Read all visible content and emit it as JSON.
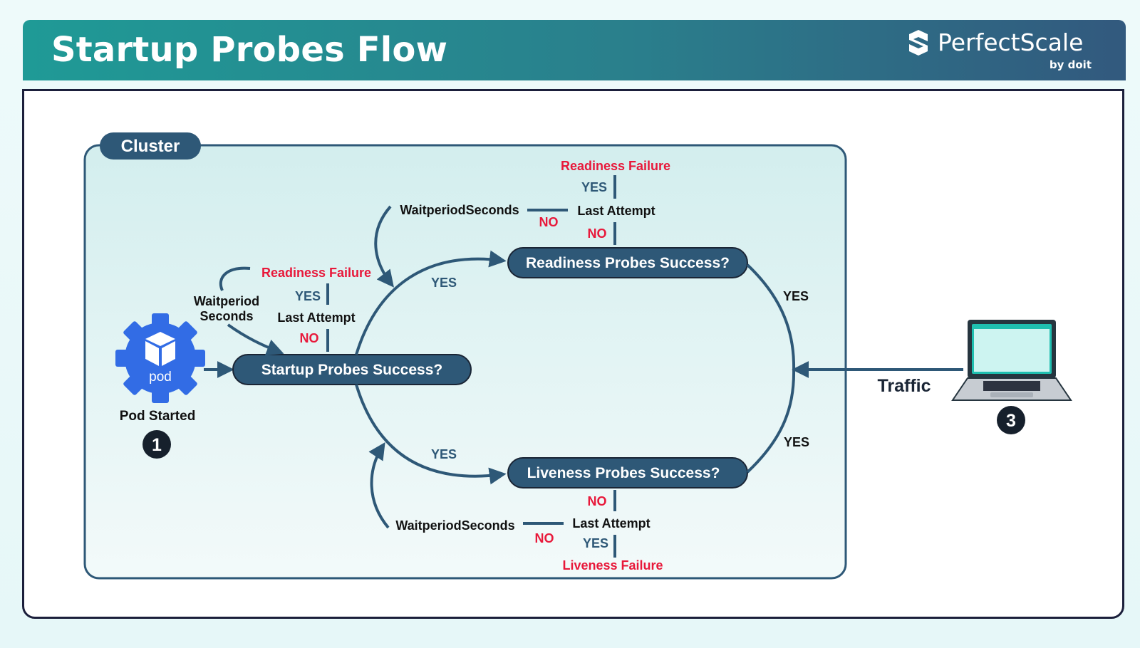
{
  "header": {
    "title": "Startup Probes Flow",
    "brand_name": "PerfectScale",
    "brand_sub": "by doit"
  },
  "diagram": {
    "cluster_label": "Cluster",
    "pod": {
      "icon_label": "pod",
      "caption": "Pod Started",
      "step": "1"
    },
    "startup_node": "Startup Probes Success?",
    "readiness_node": "Readiness Probes Success?",
    "liveness_node": "Liveness Probes Success?",
    "startup_loop": {
      "failure": "Readiness Failure",
      "yes": "YES",
      "last_attempt": "Last Attempt",
      "no": "NO",
      "wait_line1": "Waitperiod",
      "wait_line2": "Seconds"
    },
    "readiness_loop": {
      "failure": "Readiness Failure",
      "yes": "YES",
      "last_attempt": "Last Attempt",
      "no_below": "NO",
      "no_side": "NO",
      "wait": "WaitperiodSeconds"
    },
    "liveness_loop": {
      "failure": "Liveness Failure",
      "yes": "YES",
      "last_attempt": "Last Attempt",
      "no_above": "NO",
      "no_side": "NO",
      "wait": "WaitperiodSeconds"
    },
    "edges": {
      "to_readiness_yes": "YES",
      "to_liveness_yes": "YES",
      "readiness_right_yes": "YES",
      "liveness_right_yes": "YES"
    },
    "traffic": {
      "label": "Traffic",
      "step": "3"
    }
  },
  "colors": {
    "navy": "#2e5877",
    "failure_red": "#e8183a",
    "dark_step": "#16202c",
    "pod_blue": "#326ce5",
    "teal_header": "#1f9a96"
  }
}
